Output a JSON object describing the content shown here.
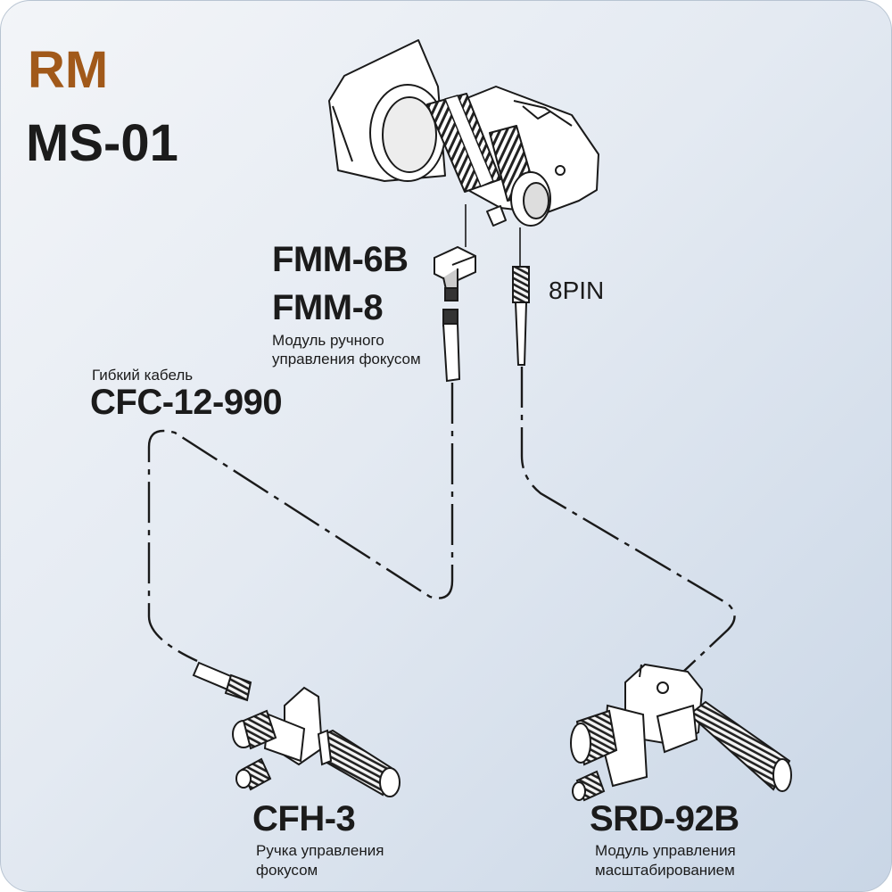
{
  "title": {
    "brand": "RM",
    "model": "MS-01",
    "brand_color": "#a1591a"
  },
  "components": {
    "focus_module": {
      "model_a": "FMM-6B",
      "model_b": "FMM-8",
      "description_line1": "Модуль ручного",
      "description_line2": "управления фокусом"
    },
    "connector": {
      "label": "8PIN"
    },
    "flex_cable": {
      "description": "Гибкий кабель",
      "model": "CFC-12-990"
    },
    "focus_handle": {
      "model": "CFH-3",
      "description_line1": "Ручка управления",
      "description_line2": "фокусом"
    },
    "zoom_module": {
      "model": "SRD-92B",
      "description_line1": "Модуль управления",
      "description_line2": "масштабированием"
    }
  }
}
